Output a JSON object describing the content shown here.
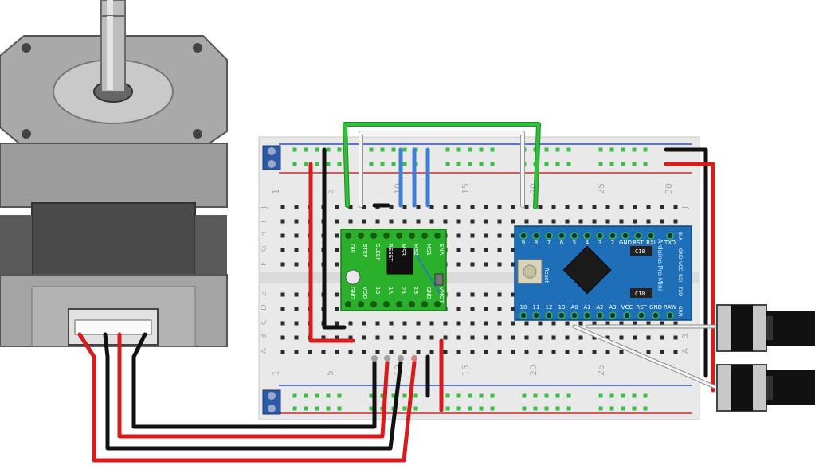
{
  "breadboard": {
    "col_numbers": [
      "1",
      "5",
      "10",
      "15",
      "20",
      "25",
      "30"
    ],
    "row_letters_top": [
      "J",
      "I",
      "H",
      "G",
      "F"
    ],
    "row_letters_bottom": [
      "E",
      "D",
      "C",
      "B",
      "A"
    ]
  },
  "driver": {
    "top_pins": [
      "DIR",
      "STEP",
      "SLEEP",
      "RESET",
      "MS3",
      "MS2",
      "MS1",
      "ENA"
    ],
    "bottom_pins": [
      "GND",
      "VDD",
      "1B",
      "1A",
      "2A",
      "2B",
      "GND",
      "VMOT"
    ]
  },
  "arduino": {
    "name": "Arduino Pro Mini",
    "reset_label": "Reset",
    "top_pins": [
      "9",
      "8",
      "7",
      "6",
      "5",
      "4",
      "3",
      "2",
      "GND",
      "RST",
      "RXI",
      "TXO"
    ],
    "bottom_pins": [
      "10",
      "11",
      "12",
      "13",
      "A0",
      "A1",
      "A2",
      "A3",
      "VCC",
      "RST",
      "GND",
      "RAW"
    ],
    "side_labels": [
      "BLK",
      "GND",
      "VCC",
      "RXI",
      "TXO",
      "GRN"
    ],
    "cap_labels": [
      "C10",
      "C10"
    ]
  },
  "colors": {
    "breadboard": "#e9e9e9",
    "rail_red": "#d12a2a",
    "rail_blue": "#2a4fd1",
    "wire_red": "#d81c1c",
    "wire_black": "#111111",
    "wire_blue": "#3f7fd6",
    "wire_green": "#2fbf3a",
    "wire_white": "#f4f4f4",
    "driver_board": "#2bb02b",
    "arduino_board": "#1f6fb8",
    "motor_body": "#9a9a9a"
  }
}
